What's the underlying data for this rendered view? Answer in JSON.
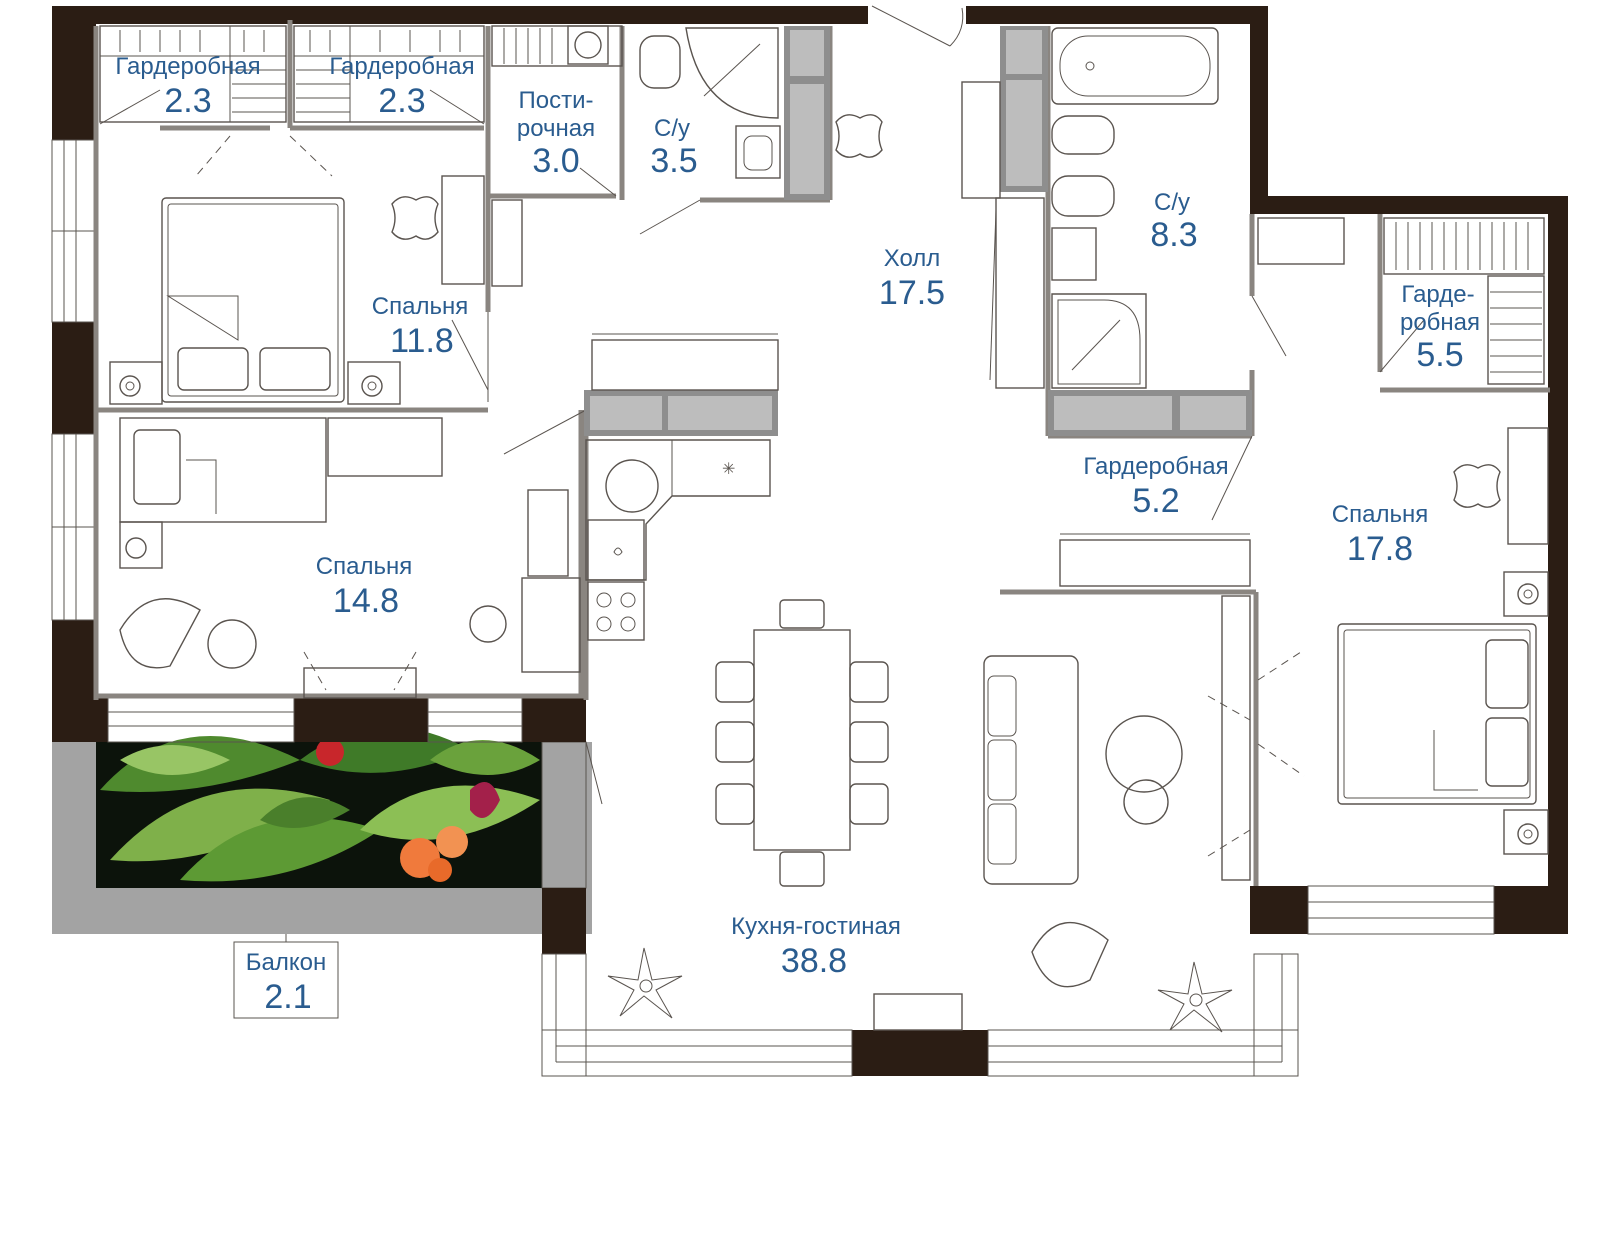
{
  "rooms": {
    "wardrobe_1": {
      "name": "Гардеробная",
      "area": "2.3"
    },
    "wardrobe_2": {
      "name": "Гардеробная",
      "area": "2.3"
    },
    "laundry": {
      "name_line1": "Пости-",
      "name_line2": "рочная",
      "area": "3.0"
    },
    "bath_small": {
      "name": "С/у",
      "area": "3.5"
    },
    "hall": {
      "name": "Холл",
      "area": "17.5"
    },
    "bath_large": {
      "name": "С/у",
      "area": "8.3"
    },
    "wardrobe_3": {
      "name_line1": "Гарде-",
      "name_line2": "робная",
      "area": "5.5"
    },
    "bedroom_1": {
      "name": "Спальня",
      "area": "11.8"
    },
    "wardrobe_4": {
      "name": "Гардеробная",
      "area": "5.2"
    },
    "bedroom_2": {
      "name": "Спальня",
      "area": "17.8"
    },
    "bedroom_3": {
      "name": "Спальня",
      "area": "14.8"
    },
    "kitchen_living": {
      "name": "Кухня-гостиная",
      "area": "38.8"
    },
    "balcony": {
      "name": "Балкон",
      "area": "2.1"
    }
  },
  "colors": {
    "wall": "#2b1d14",
    "partition": "#8a8580",
    "label": "#2a5c8f",
    "furniture": "#5a544f"
  }
}
